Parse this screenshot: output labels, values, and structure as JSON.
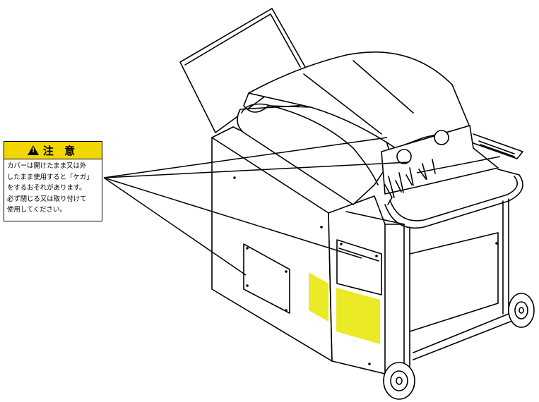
{
  "caution_label": {
    "title": "注 意",
    "lines": [
      "カバーは開けたまま又は外",
      "したまま使用すると「ケガ」",
      "をするおそれがあります。",
      "必ず閉じる又は取り付けて",
      "使用してください。"
    ],
    "header_color": "#f2d600"
  },
  "colors": {
    "vent_highlight": "#e6e600",
    "line": "#000000"
  }
}
